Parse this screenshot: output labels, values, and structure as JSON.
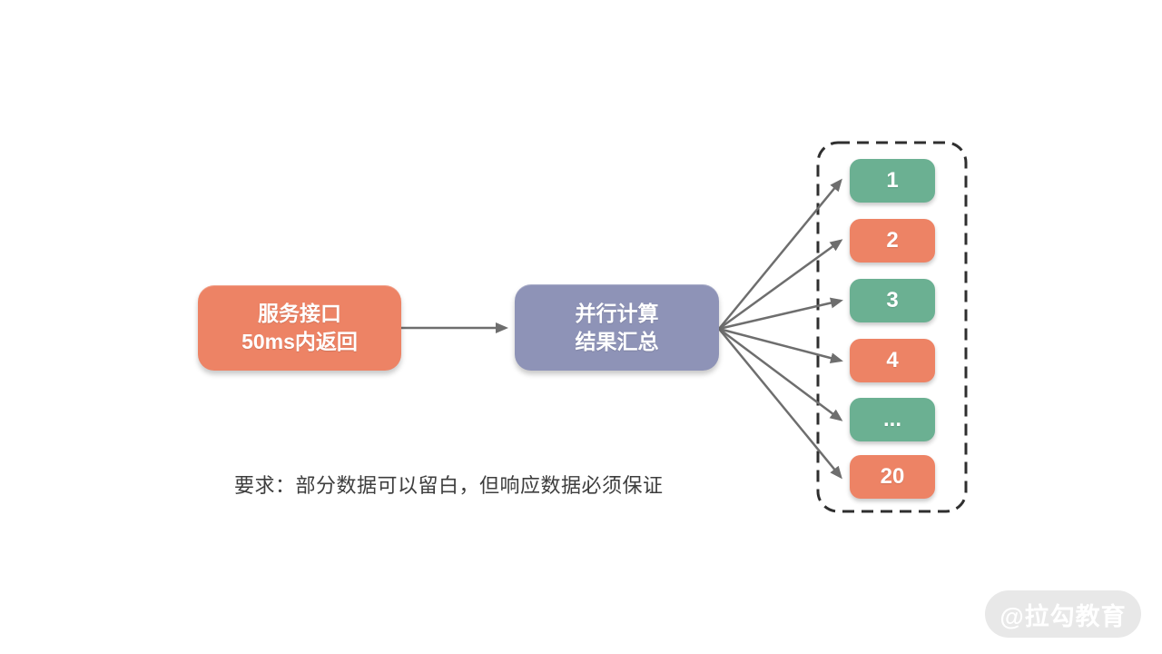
{
  "diagram": {
    "source_box": {
      "line1": "服务接口",
      "line2": "50ms内返回"
    },
    "process_box": {
      "line1": "并行计算",
      "line2": "结果汇总"
    },
    "tasks": [
      {
        "label": "1",
        "color": "green"
      },
      {
        "label": "2",
        "color": "orange"
      },
      {
        "label": "3",
        "color": "green"
      },
      {
        "label": "4",
        "color": "orange"
      },
      {
        "label": "...",
        "color": "green"
      },
      {
        "label": "20",
        "color": "orange"
      }
    ],
    "note": "要求：部分数据可以留白，但响应数据必须保证",
    "watermark": "@拉勾教育",
    "colors": {
      "orange": "#ed8365",
      "green": "#6bb092",
      "purple": "#8e93b7",
      "arrow": "#6e6e6e",
      "dashed_border": "#2f2f2f",
      "note_text": "#3d3d3d",
      "watermark_bg": "#e8e8e8",
      "watermark_text": "#ffffff"
    }
  }
}
